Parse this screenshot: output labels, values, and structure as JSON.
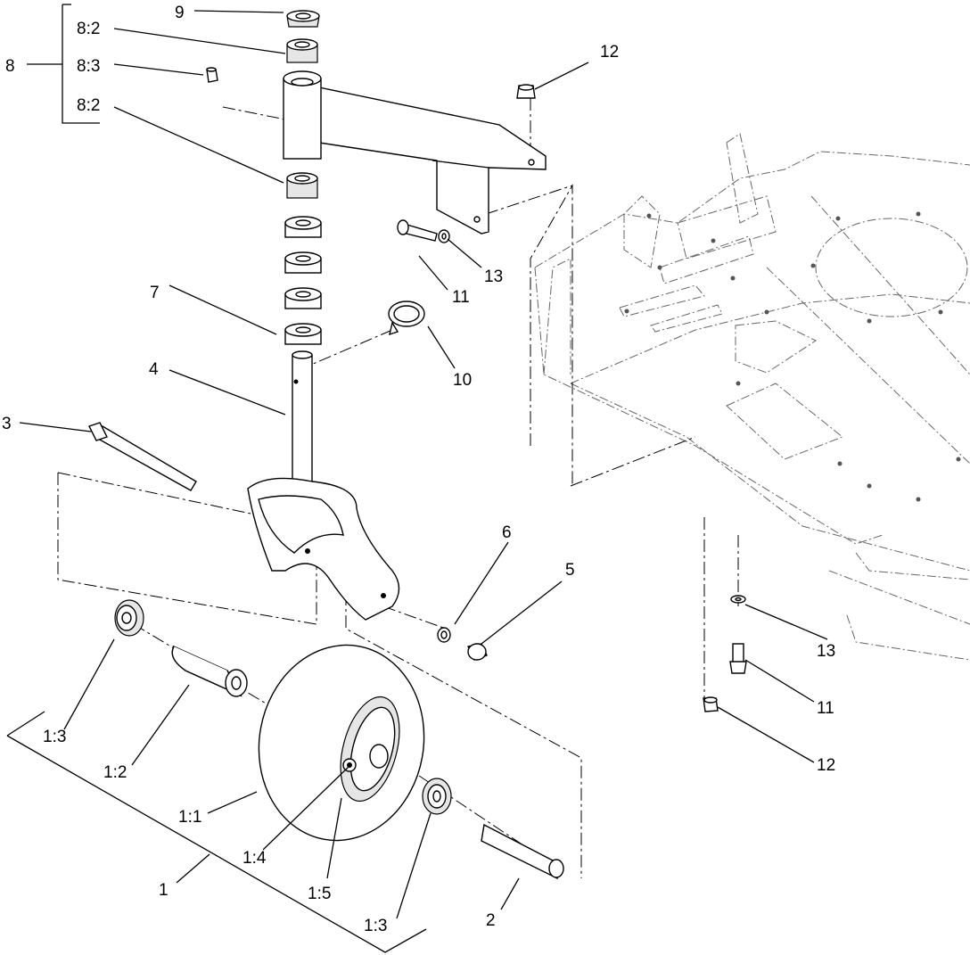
{
  "diagram": {
    "callouts": {
      "c1": "1",
      "c1_1": "1:1",
      "c1_2": "1:2",
      "c1_3a": "1:3",
      "c1_3b": "1:3",
      "c1_4": "1:4",
      "c1_5": "1:5",
      "c2": "2",
      "c3": "3",
      "c4": "4",
      "c5": "5",
      "c6": "6",
      "c7": "7",
      "c8": "8",
      "c8_2a": "8:2",
      "c8_3": "8:3",
      "c8_2b": "8:2",
      "c9": "9",
      "c10": "10",
      "c11a": "11",
      "c11b": "11",
      "c12a": "12",
      "c12b": "12",
      "c13a": "13",
      "c13b": "13"
    }
  }
}
